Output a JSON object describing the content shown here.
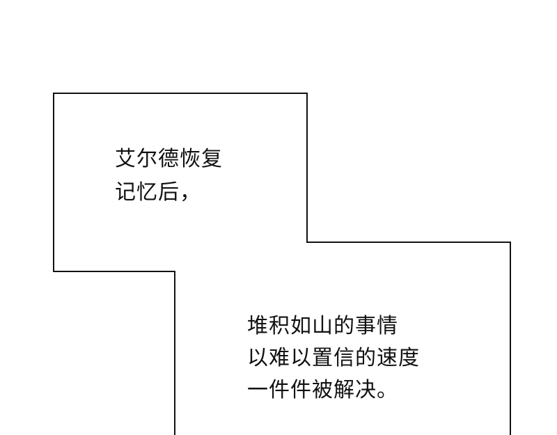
{
  "caption_box_1": {
    "lines": [
      "艾尔德恢复",
      "记忆后，"
    ]
  },
  "caption_box_2": {
    "lines": [
      "堆积如山的事情",
      "以难以置信的速度",
      "一件件被解决。"
    ]
  }
}
